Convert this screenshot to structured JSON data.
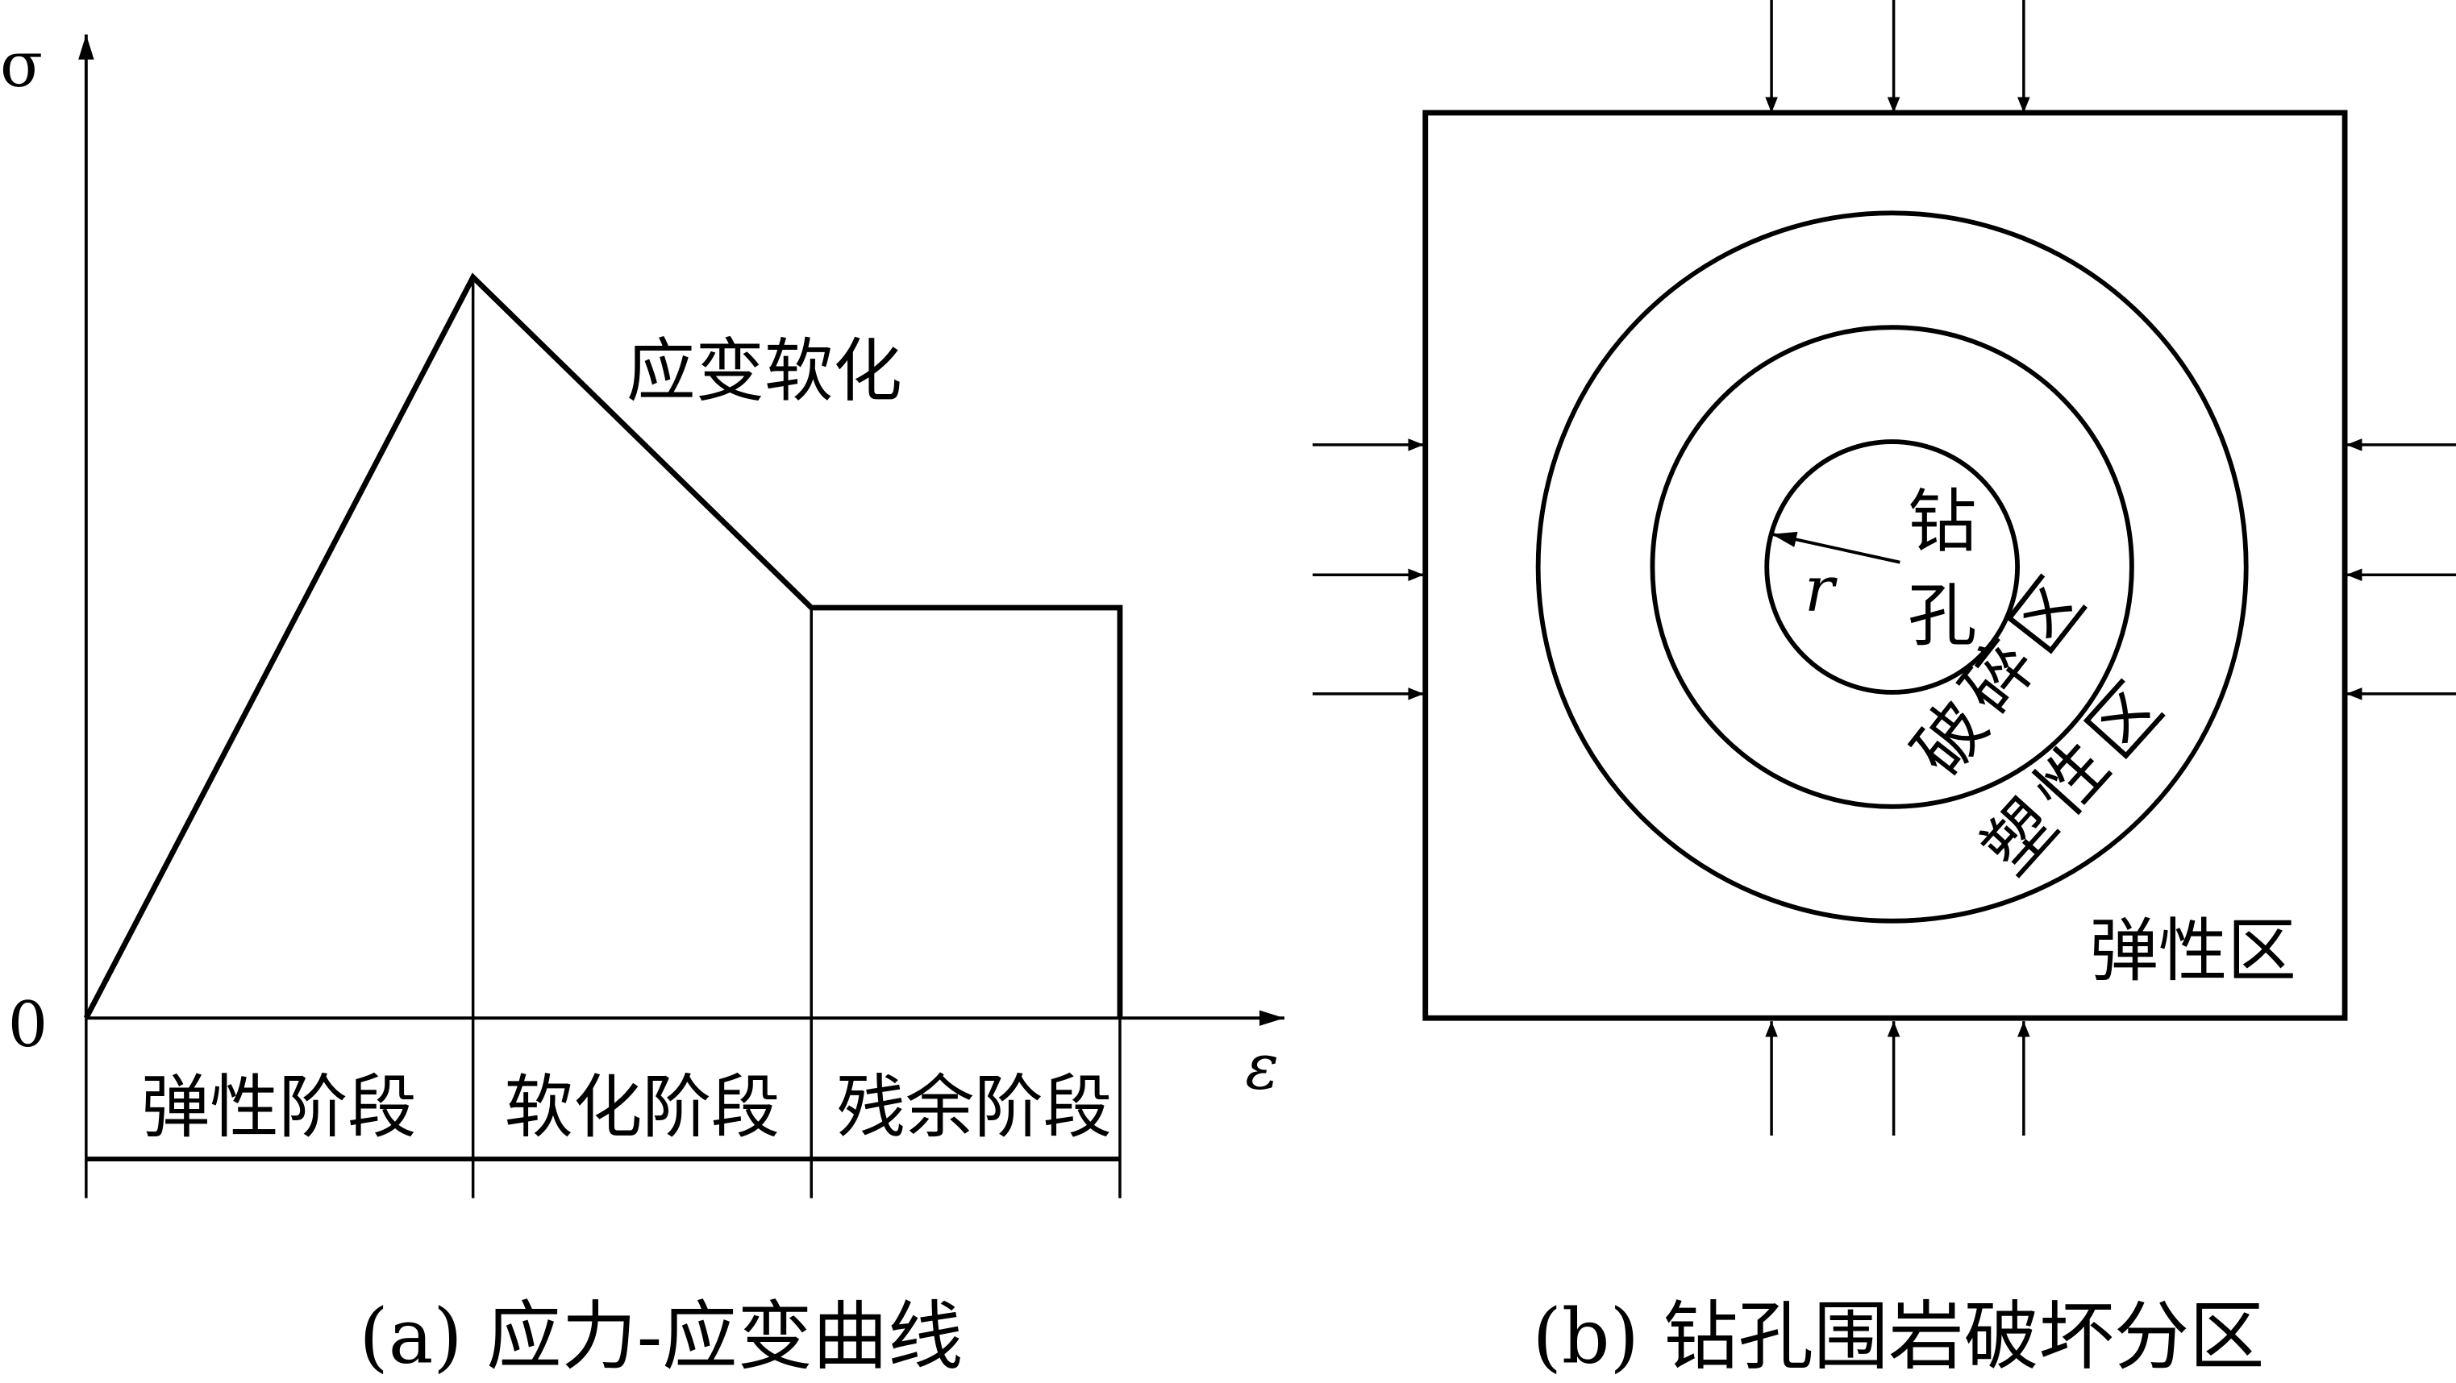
{
  "panel_a": {
    "y_axis_label": "σ",
    "x_axis_label": "ε",
    "origin_label": "0",
    "curve_annotation": "应变软化",
    "stages": [
      "弹性阶段",
      "软化阶段",
      "残余阶段"
    ],
    "caption": "(a) 应力-应变曲线"
  },
  "panel_b": {
    "borehole_label_1": "钻",
    "borehole_label_2": "孔",
    "radius_label": "r",
    "crushed_zone": "破碎区",
    "plastic_zone": "塑性区",
    "elastic_zone": "弹性区",
    "caption": "(b) 钻孔围岩破坏分区"
  }
}
